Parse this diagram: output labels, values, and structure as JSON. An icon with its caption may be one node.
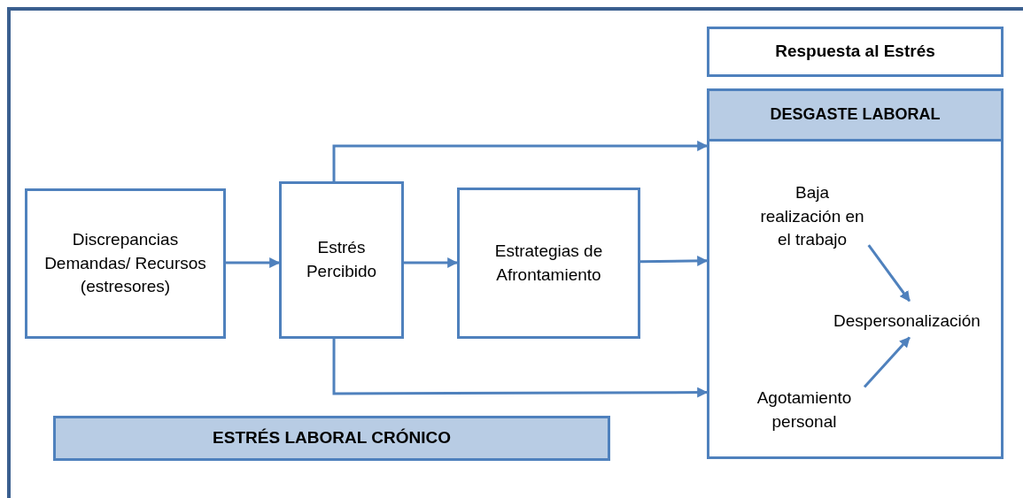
{
  "diagram": {
    "nodes": [
      {
        "text": [
          "Discrepancias Demandas/ Recursos (estresores)"
        ]
      },
      {
        "text": [
          "Estrés Percibido"
        ]
      },
      {
        "text": [
          "Estrategias de Afrontamiento"
        ]
      },
      {
        "text": [
          "Respuesta al Estrés"
        ]
      },
      {
        "text": [
          "DESGASTE LABORAL"
        ]
      },
      {
        "text": [
          "Baja realización en el trabajo"
        ],
        "in": 4
      },
      {
        "text": [
          "Despersonalización"
        ],
        "in": 4
      },
      {
        "text": [
          "Agotamiento personal"
        ],
        "in": 4
      },
      {
        "text": [
          "ESTRÉS LABORAL CRÓNICO"
        ]
      }
    ],
    "edges": [
      {
        "from": 0,
        "to": 1,
        "arrow": "to"
      },
      {
        "from": 1,
        "to": 2,
        "arrow": "to"
      },
      {
        "from": 2,
        "to": 4,
        "arrow": "to"
      },
      {
        "from": 1,
        "to": 4,
        "arrow": "to"
      },
      {
        "from": 1,
        "to": 4,
        "arrow": "to"
      },
      {
        "from": 5,
        "to": 6,
        "arrow": "to"
      },
      {
        "from": 7,
        "to": 6,
        "arrow": "to"
      }
    ]
  }
}
